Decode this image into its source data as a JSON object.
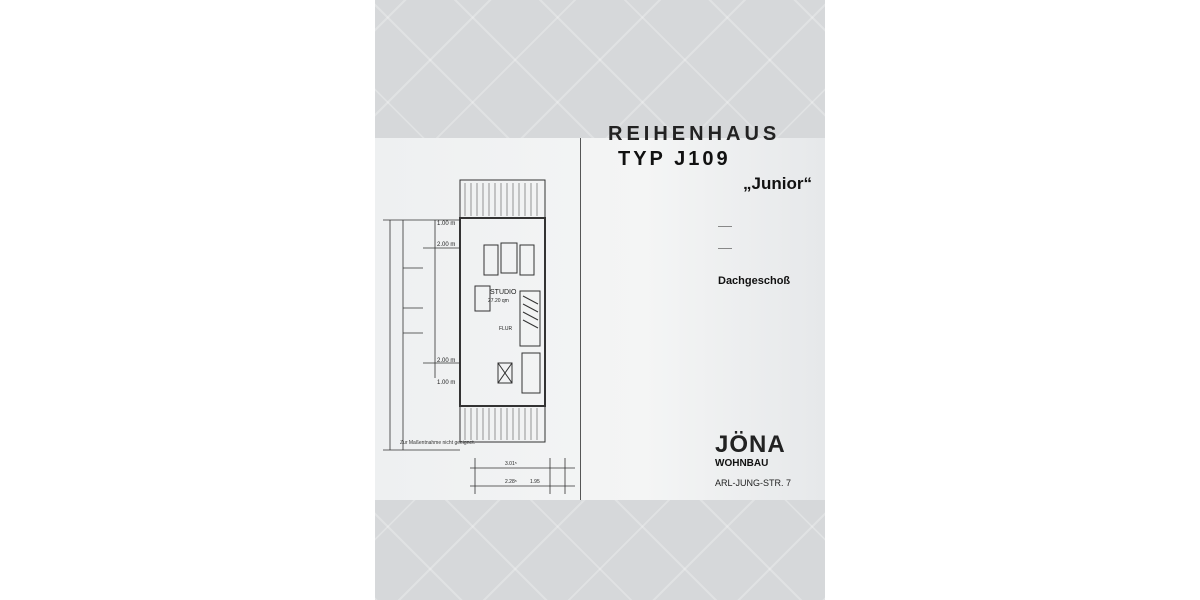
{
  "document": {
    "header_partial": "REIHENHAUS",
    "type_label": "TYP J109",
    "model_name": "„Junior“",
    "floor_label": "Dachgeschoß",
    "note": "Zur Maßentnahme nicht geeignet.",
    "room": {
      "name": "STUDIO",
      "area": "27.20 qm"
    },
    "hall": {
      "name": "FLUR"
    },
    "dimensions": {
      "top": "1.00 m",
      "upper": "2.00 m",
      "lower": "2.00 m",
      "bottom": "1.00 m",
      "side_small": "1.95",
      "bottom_row1": "3.01⁵",
      "bottom_row2": "2.28⁵",
      "bottom_row2b": "1.95"
    },
    "company": {
      "logo_top": "JÖNA",
      "logo_bottom": "WOHNBAU",
      "address": "ARL-JUNG-STR. 7"
    }
  }
}
